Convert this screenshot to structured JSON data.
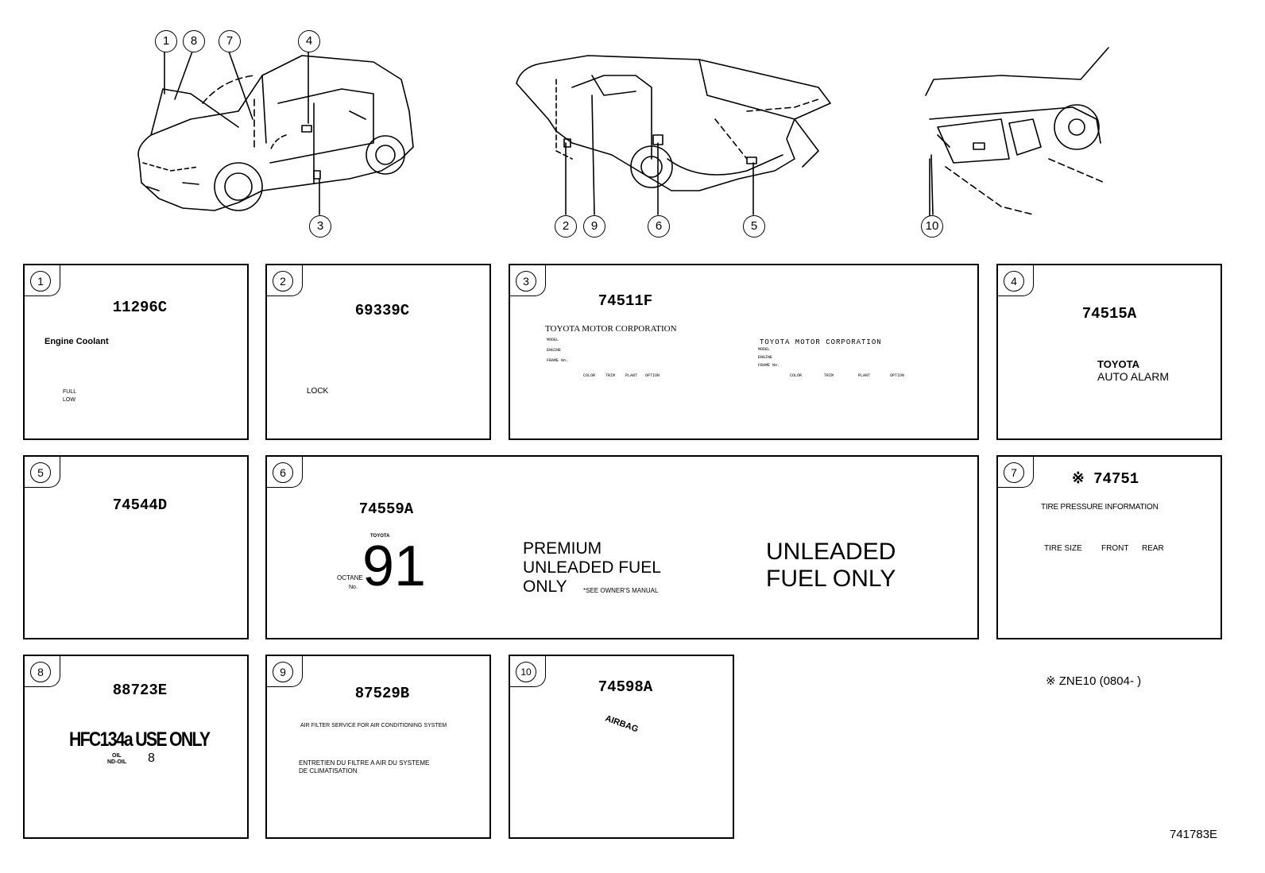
{
  "callouts": [
    "1",
    "8",
    "7",
    "4",
    "3",
    "2",
    "9",
    "6",
    "5",
    "10"
  ],
  "panels": [
    {
      "num": "1",
      "part": "11296C",
      "label_lines": [
        "Engine Coolant",
        "FULL",
        "LOW"
      ]
    },
    {
      "num": "2",
      "part": "69339C",
      "label_lines": [
        "LOCK"
      ]
    },
    {
      "num": "3",
      "part": "74511F",
      "label_lines": [
        "TOYOTA MOTOR CORPORATION",
        "MODEL",
        "ENGINE",
        "FRAME No.",
        "COLOR",
        "TRIM",
        "PLANT",
        "OPTION",
        "TOYOTA MOTOR CORPORATION",
        "MODEL",
        "ENGINE",
        "FRAME No.",
        "COLOR",
        "TRIM",
        "PLANT",
        "OPTION"
      ]
    },
    {
      "num": "4",
      "part": "74515A",
      "label_lines": [
        "TOYOTA",
        "AUTO ALARM"
      ]
    },
    {
      "num": "5",
      "part": "74544D",
      "label_lines": []
    },
    {
      "num": "6",
      "part": "74559A",
      "label_lines": [
        "TOYOTA",
        "91",
        "OCTANE",
        "No.",
        "PREMIUM",
        "UNLEADED FUEL",
        "ONLY",
        "*SEE OWNER'S MANUAL",
        "UNLEADED",
        "FUEL ONLY"
      ]
    },
    {
      "num": "7",
      "part": "※ 74751",
      "label_lines": [
        "TIRE PRESSURE INFORMATION",
        "TIRE SIZE",
        "FRONT",
        "REAR"
      ]
    },
    {
      "num": "8",
      "part": "88723E",
      "label_lines": [
        "HFC134a USE ONLY",
        "OIL",
        "ND-OIL",
        "8"
      ]
    },
    {
      "num": "9",
      "part": "87529B",
      "label_lines": [
        "AIR FILTER SERVICE FOR AIR CONDITIONING SYSTEM",
        "ENTRETIEN DU FILTRE A AIR DU SYSTEME",
        "DE CLIMATISATION"
      ]
    },
    {
      "num": "10",
      "part": "74598A",
      "label_lines": [
        "AIRBAG"
      ]
    }
  ],
  "note": "※ ZNE10 (0804-    )",
  "diagram_id": "741783E"
}
